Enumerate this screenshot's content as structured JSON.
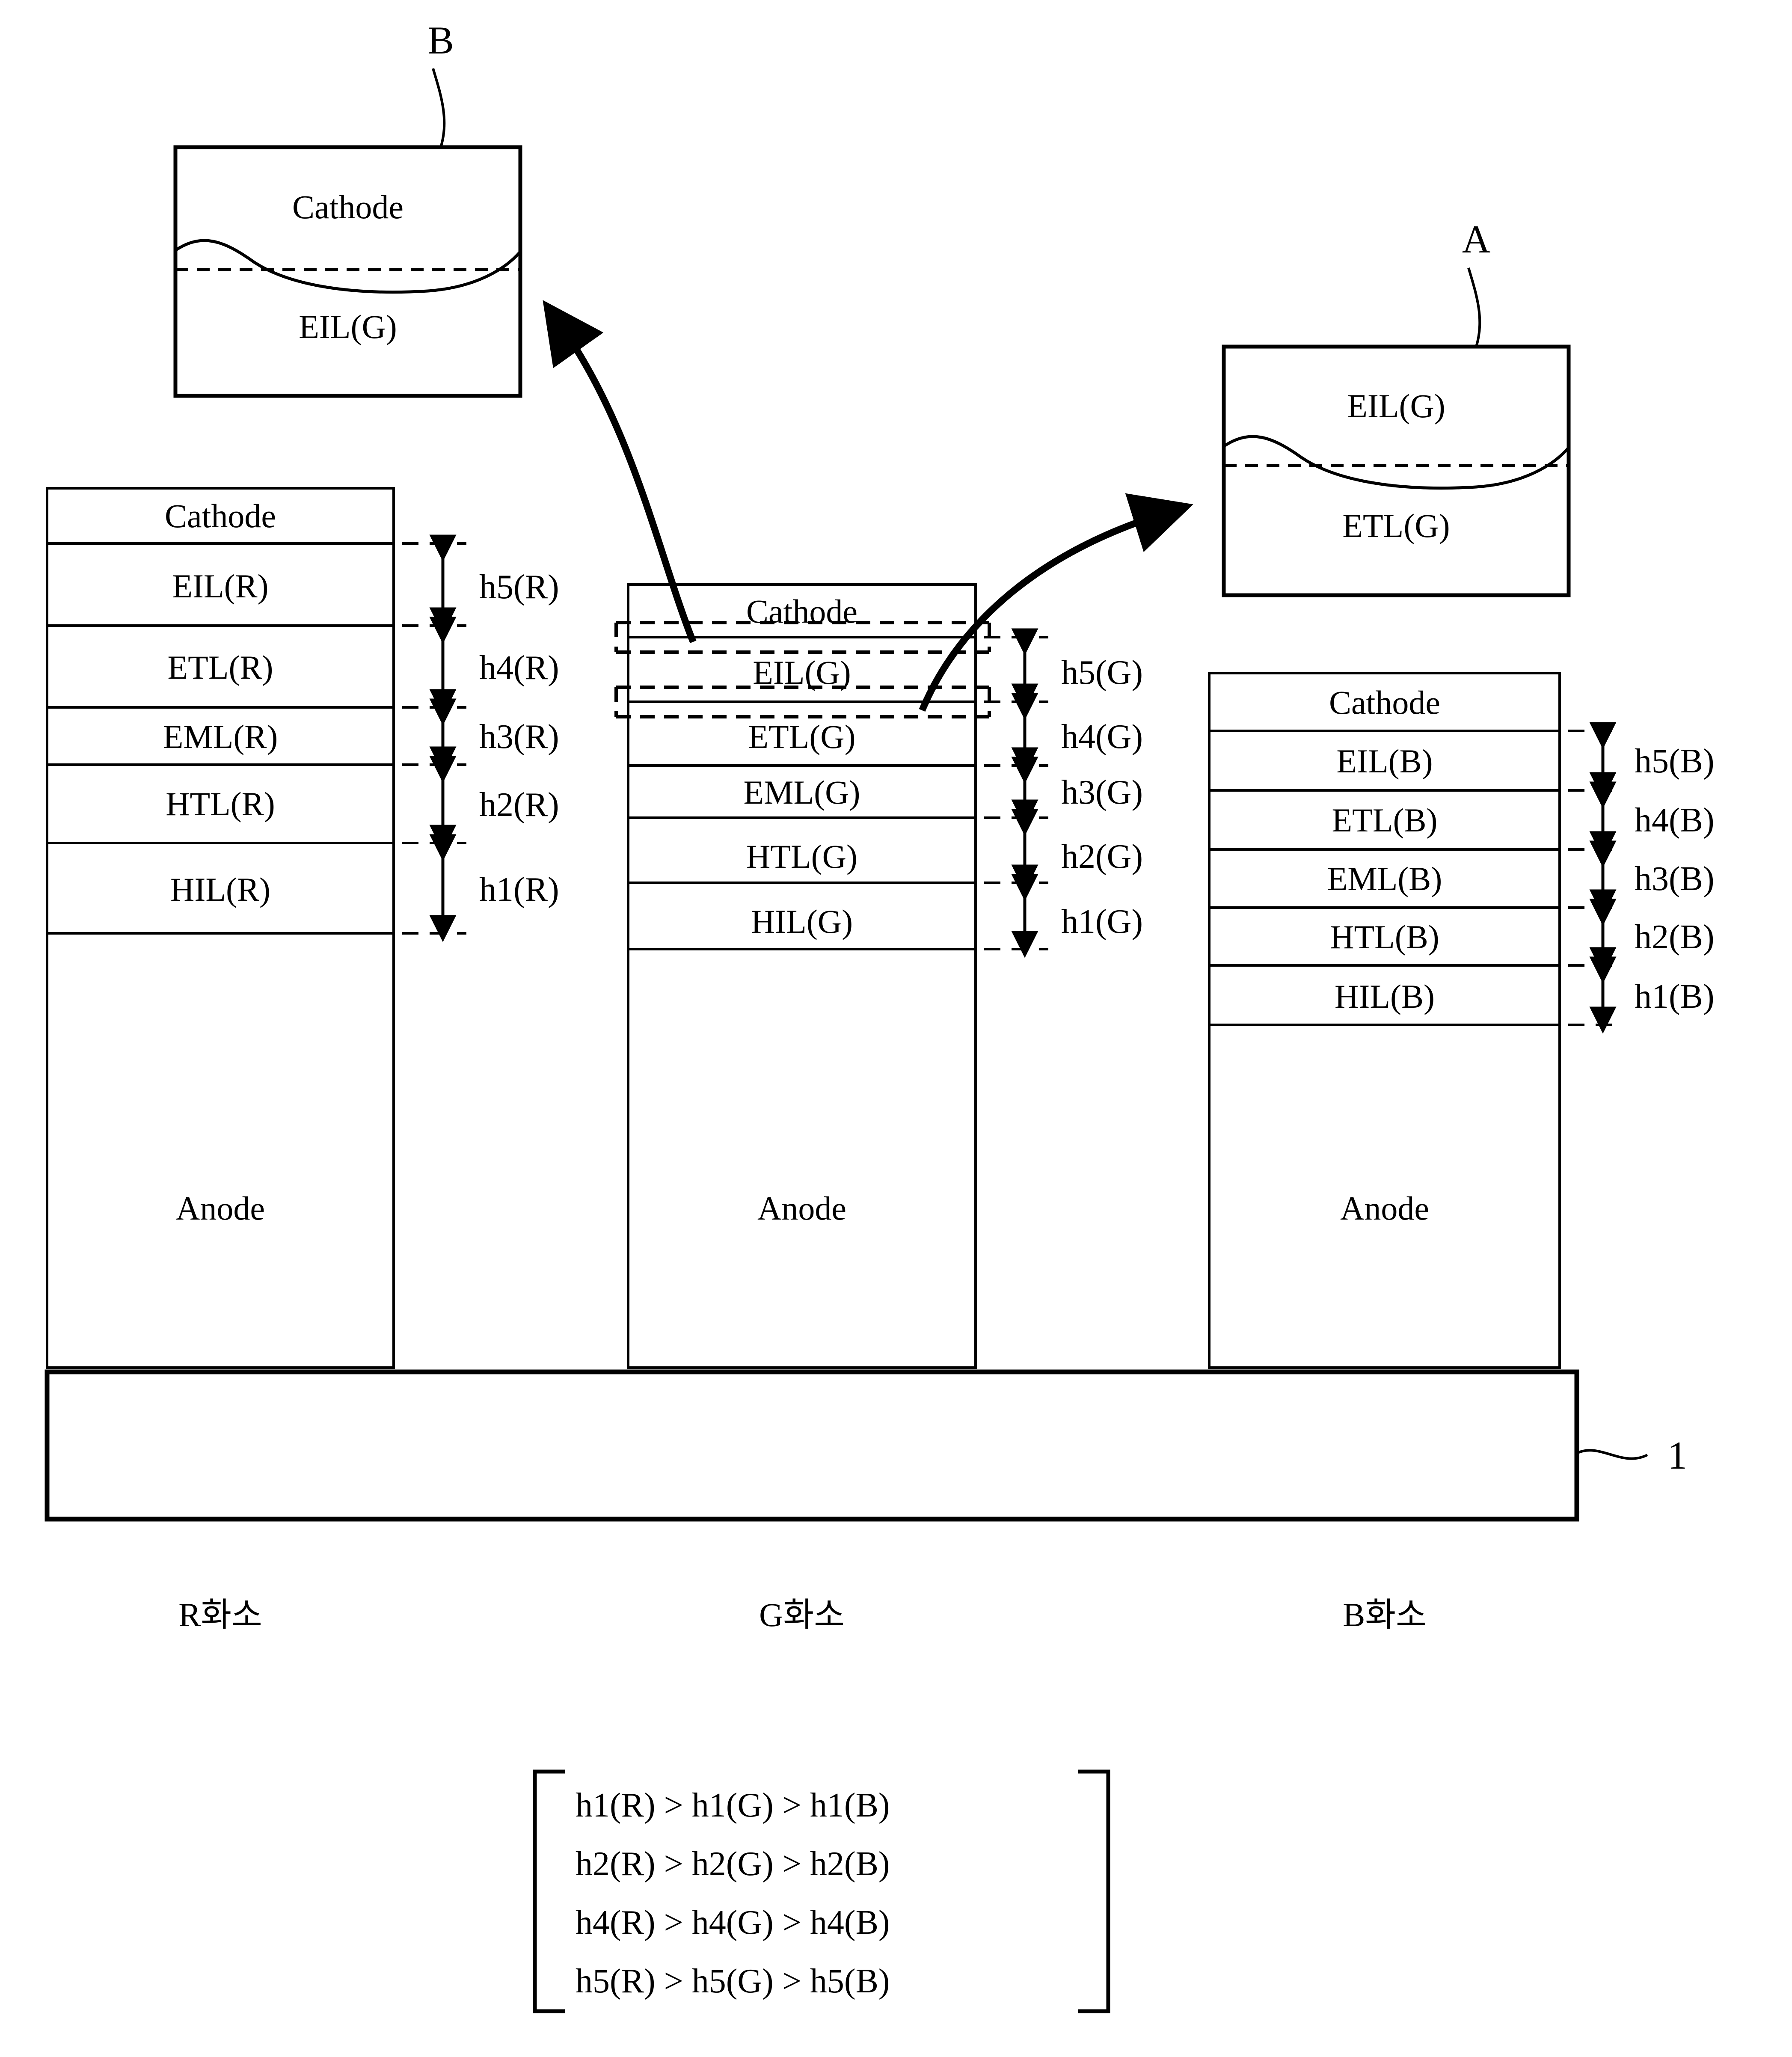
{
  "figure": {
    "substrate_label": "1",
    "callout_a_label": "A",
    "callout_b_label": "B"
  },
  "callouts": {
    "b": {
      "top_layer": "Cathode",
      "bottom_layer": "EIL(G)"
    },
    "a": {
      "top_layer": "EIL(G)",
      "bottom_layer": "ETL(G)"
    }
  },
  "stacks": [
    {
      "id": "r",
      "pixel_label": "R화소",
      "layers": [
        "Cathode",
        "EIL(R)",
        "ETL(R)",
        "EML(R)",
        "HTL(R)",
        "HIL(R)",
        "Anode"
      ],
      "heights": [
        "h5(R)",
        "h4(R)",
        "h3(R)",
        "h2(R)",
        "h1(R)"
      ]
    },
    {
      "id": "g",
      "pixel_label": "G화소",
      "layers": [
        "Cathode",
        "EIL(G)",
        "ETL(G)",
        "EML(G)",
        "HTL(G)",
        "HIL(G)",
        "Anode"
      ],
      "heights": [
        "h5(G)",
        "h4(G)",
        "h3(G)",
        "h2(G)",
        "h1(G)"
      ]
    },
    {
      "id": "b",
      "pixel_label": "B화소",
      "layers": [
        "Cathode",
        "EIL(B)",
        "ETL(B)",
        "EML(B)",
        "HTL(B)",
        "HIL(B)",
        "Anode"
      ],
      "heights": [
        "h5(B)",
        "h4(B)",
        "h3(B)",
        "h2(B)",
        "h1(B)"
      ]
    }
  ],
  "relations": [
    "h1(R) > h1(G) > h1(B)",
    "h2(R) > h2(G) > h2(B)",
    "h4(R) > h4(G) > h4(B)",
    "h5(R) > h5(G) > h5(B)"
  ]
}
